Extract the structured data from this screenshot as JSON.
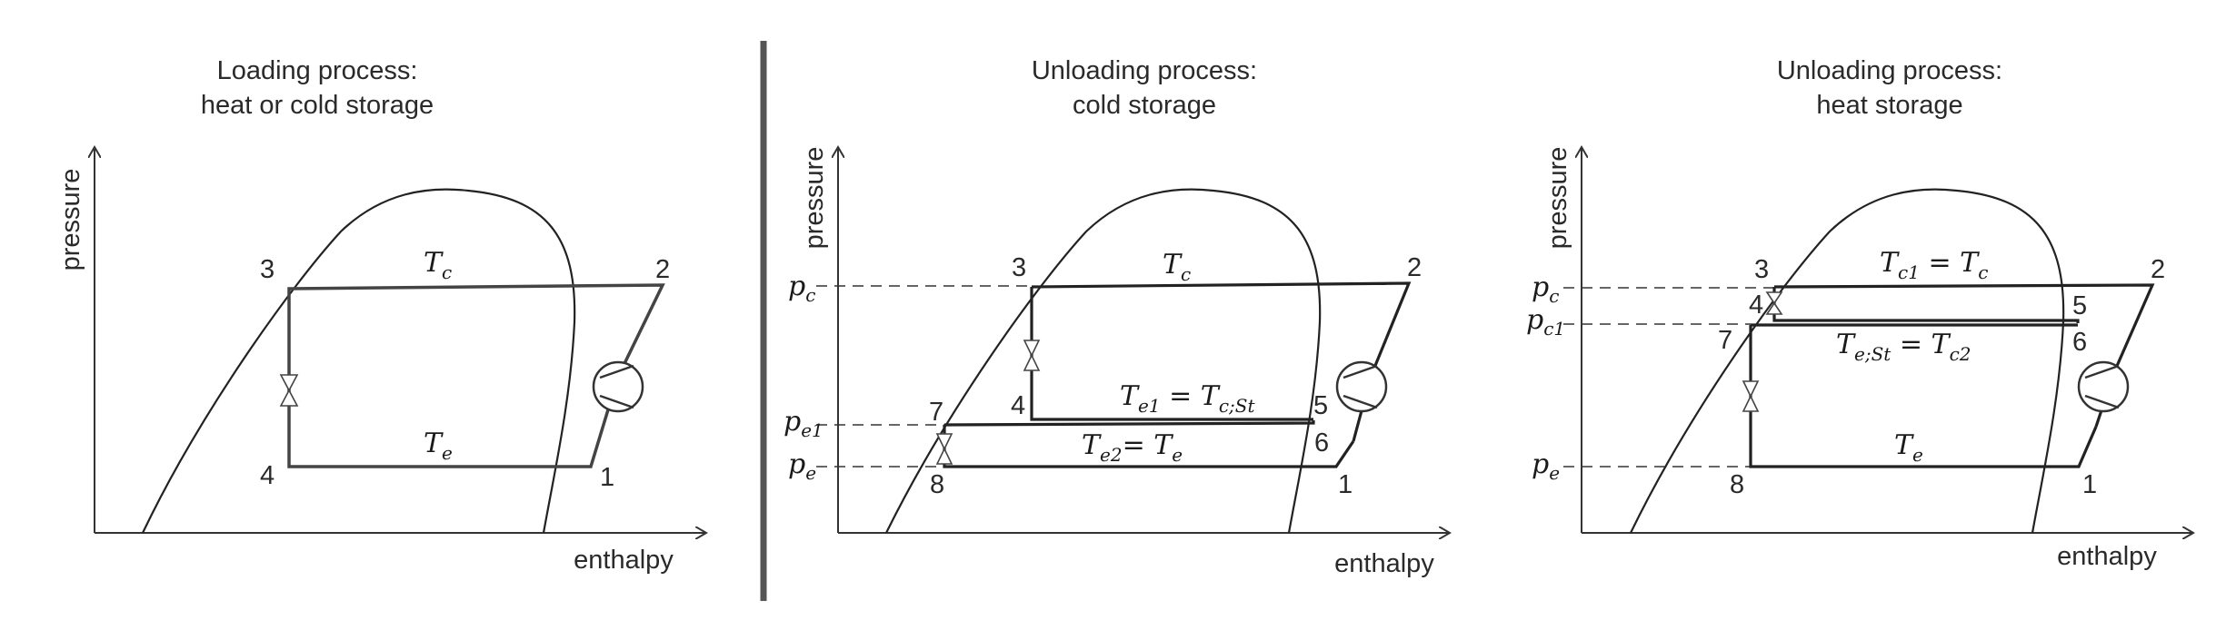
{
  "divider_color": "#555555",
  "panels": [
    {
      "title": [
        "Loading process:",
        "heat or cold storage"
      ],
      "ylabel": "pressure",
      "xlabel": "enthalpy",
      "points": {
        "p1": "1",
        "p2": "2",
        "p3": "3",
        "p4": "4"
      },
      "isotherms": {
        "top": "T_c",
        "bottom": "T_e"
      }
    },
    {
      "title": [
        "Unloading process:",
        "cold storage"
      ],
      "ylabel": "pressure",
      "xlabel": "enthalpy",
      "points": {
        "p1": "1",
        "p2": "2",
        "p3": "3",
        "p4": "4",
        "p5": "5",
        "p6": "6",
        "p7": "7",
        "p8": "8"
      },
      "pressures": [
        "p_c",
        "p_e1",
        "p_e"
      ],
      "isotherms": [
        "T_c",
        "T_e1 = T_c;St",
        "T_e2= T_e"
      ]
    },
    {
      "title": [
        "Unloading process:",
        "heat storage"
      ],
      "ylabel": "pressure",
      "xlabel": "enthalpy",
      "points": {
        "p1": "1",
        "p2": "2",
        "p3": "3",
        "p4": "4",
        "p5": "5",
        "p6": "6",
        "p7": "7",
        "p8": "8"
      },
      "pressures": [
        "p_c",
        "p_c1",
        "p_e"
      ],
      "isotherms": [
        "T_c1 = T_c",
        "T_e;St = T_c2",
        "T_e"
      ]
    }
  ]
}
